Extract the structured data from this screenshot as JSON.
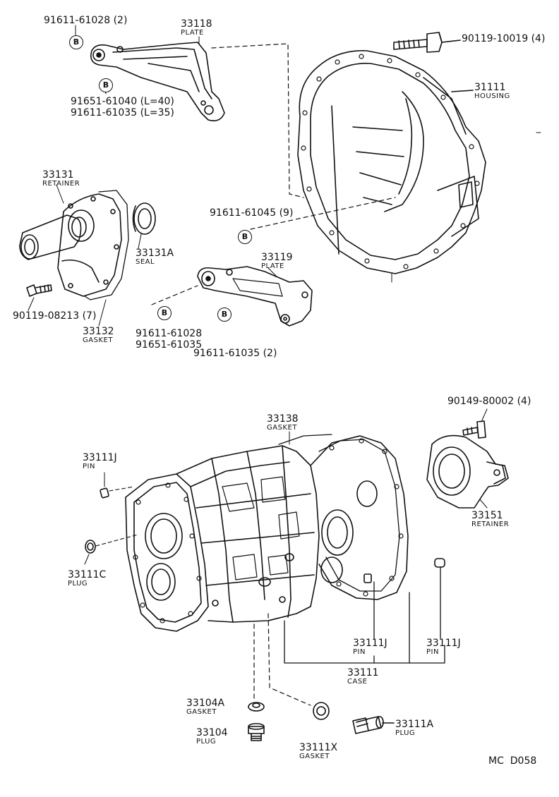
{
  "parts": {
    "p91611_61028_2": "91611-61028 (2)",
    "p33118": {
      "num": "33118",
      "name": "PLATE"
    },
    "p90119_10019": "90119-10019 (4)",
    "p31111": {
      "num": "31111",
      "name": "HOUSING"
    },
    "p91651_61040": "91651-61040 (L=40)",
    "p91611_61035_l35": "91611-61035 (L=35)",
    "p33131": {
      "num": "33131",
      "name": "RETAINER"
    },
    "p91611_61045": "91611-61045 (9)",
    "p33131A": {
      "num": "33131A",
      "name": "SEAL"
    },
    "p33119": {
      "num": "33119",
      "name": "PLATE"
    },
    "p90119_08213": "90119-08213 (7)",
    "p33132": {
      "num": "33132",
      "name": "GASKET"
    },
    "p91611_61028": "91611-61028",
    "p91651_61035": "91651-61035",
    "p91611_61035_2": "91611-61035 (2)",
    "p90149_80002": "90149-80002 (4)",
    "p33138": {
      "num": "33138",
      "name": "GASKET"
    },
    "p33111J_left": {
      "num": "33111J",
      "name": "PIN"
    },
    "p33151": {
      "num": "33151",
      "name": "RETAINER"
    },
    "p33111C": {
      "num": "33111C",
      "name": "PLUG"
    },
    "p33111J_mid": {
      "num": "33111J",
      "name": "PIN"
    },
    "p33111J_right": {
      "num": "33111J",
      "name": "PIN"
    },
    "p33111": {
      "num": "33111",
      "name": "CASE"
    },
    "p33104A": {
      "num": "33104A",
      "name": "GASKET"
    },
    "p33111A": {
      "num": "33111A",
      "name": "PLUG"
    },
    "p33104": {
      "num": "33104",
      "name": "PLUG"
    },
    "p33111X": {
      "num": "33111X",
      "name": "GASKET"
    }
  },
  "bolt_marker": "B",
  "diagram_code": "MC  D058"
}
